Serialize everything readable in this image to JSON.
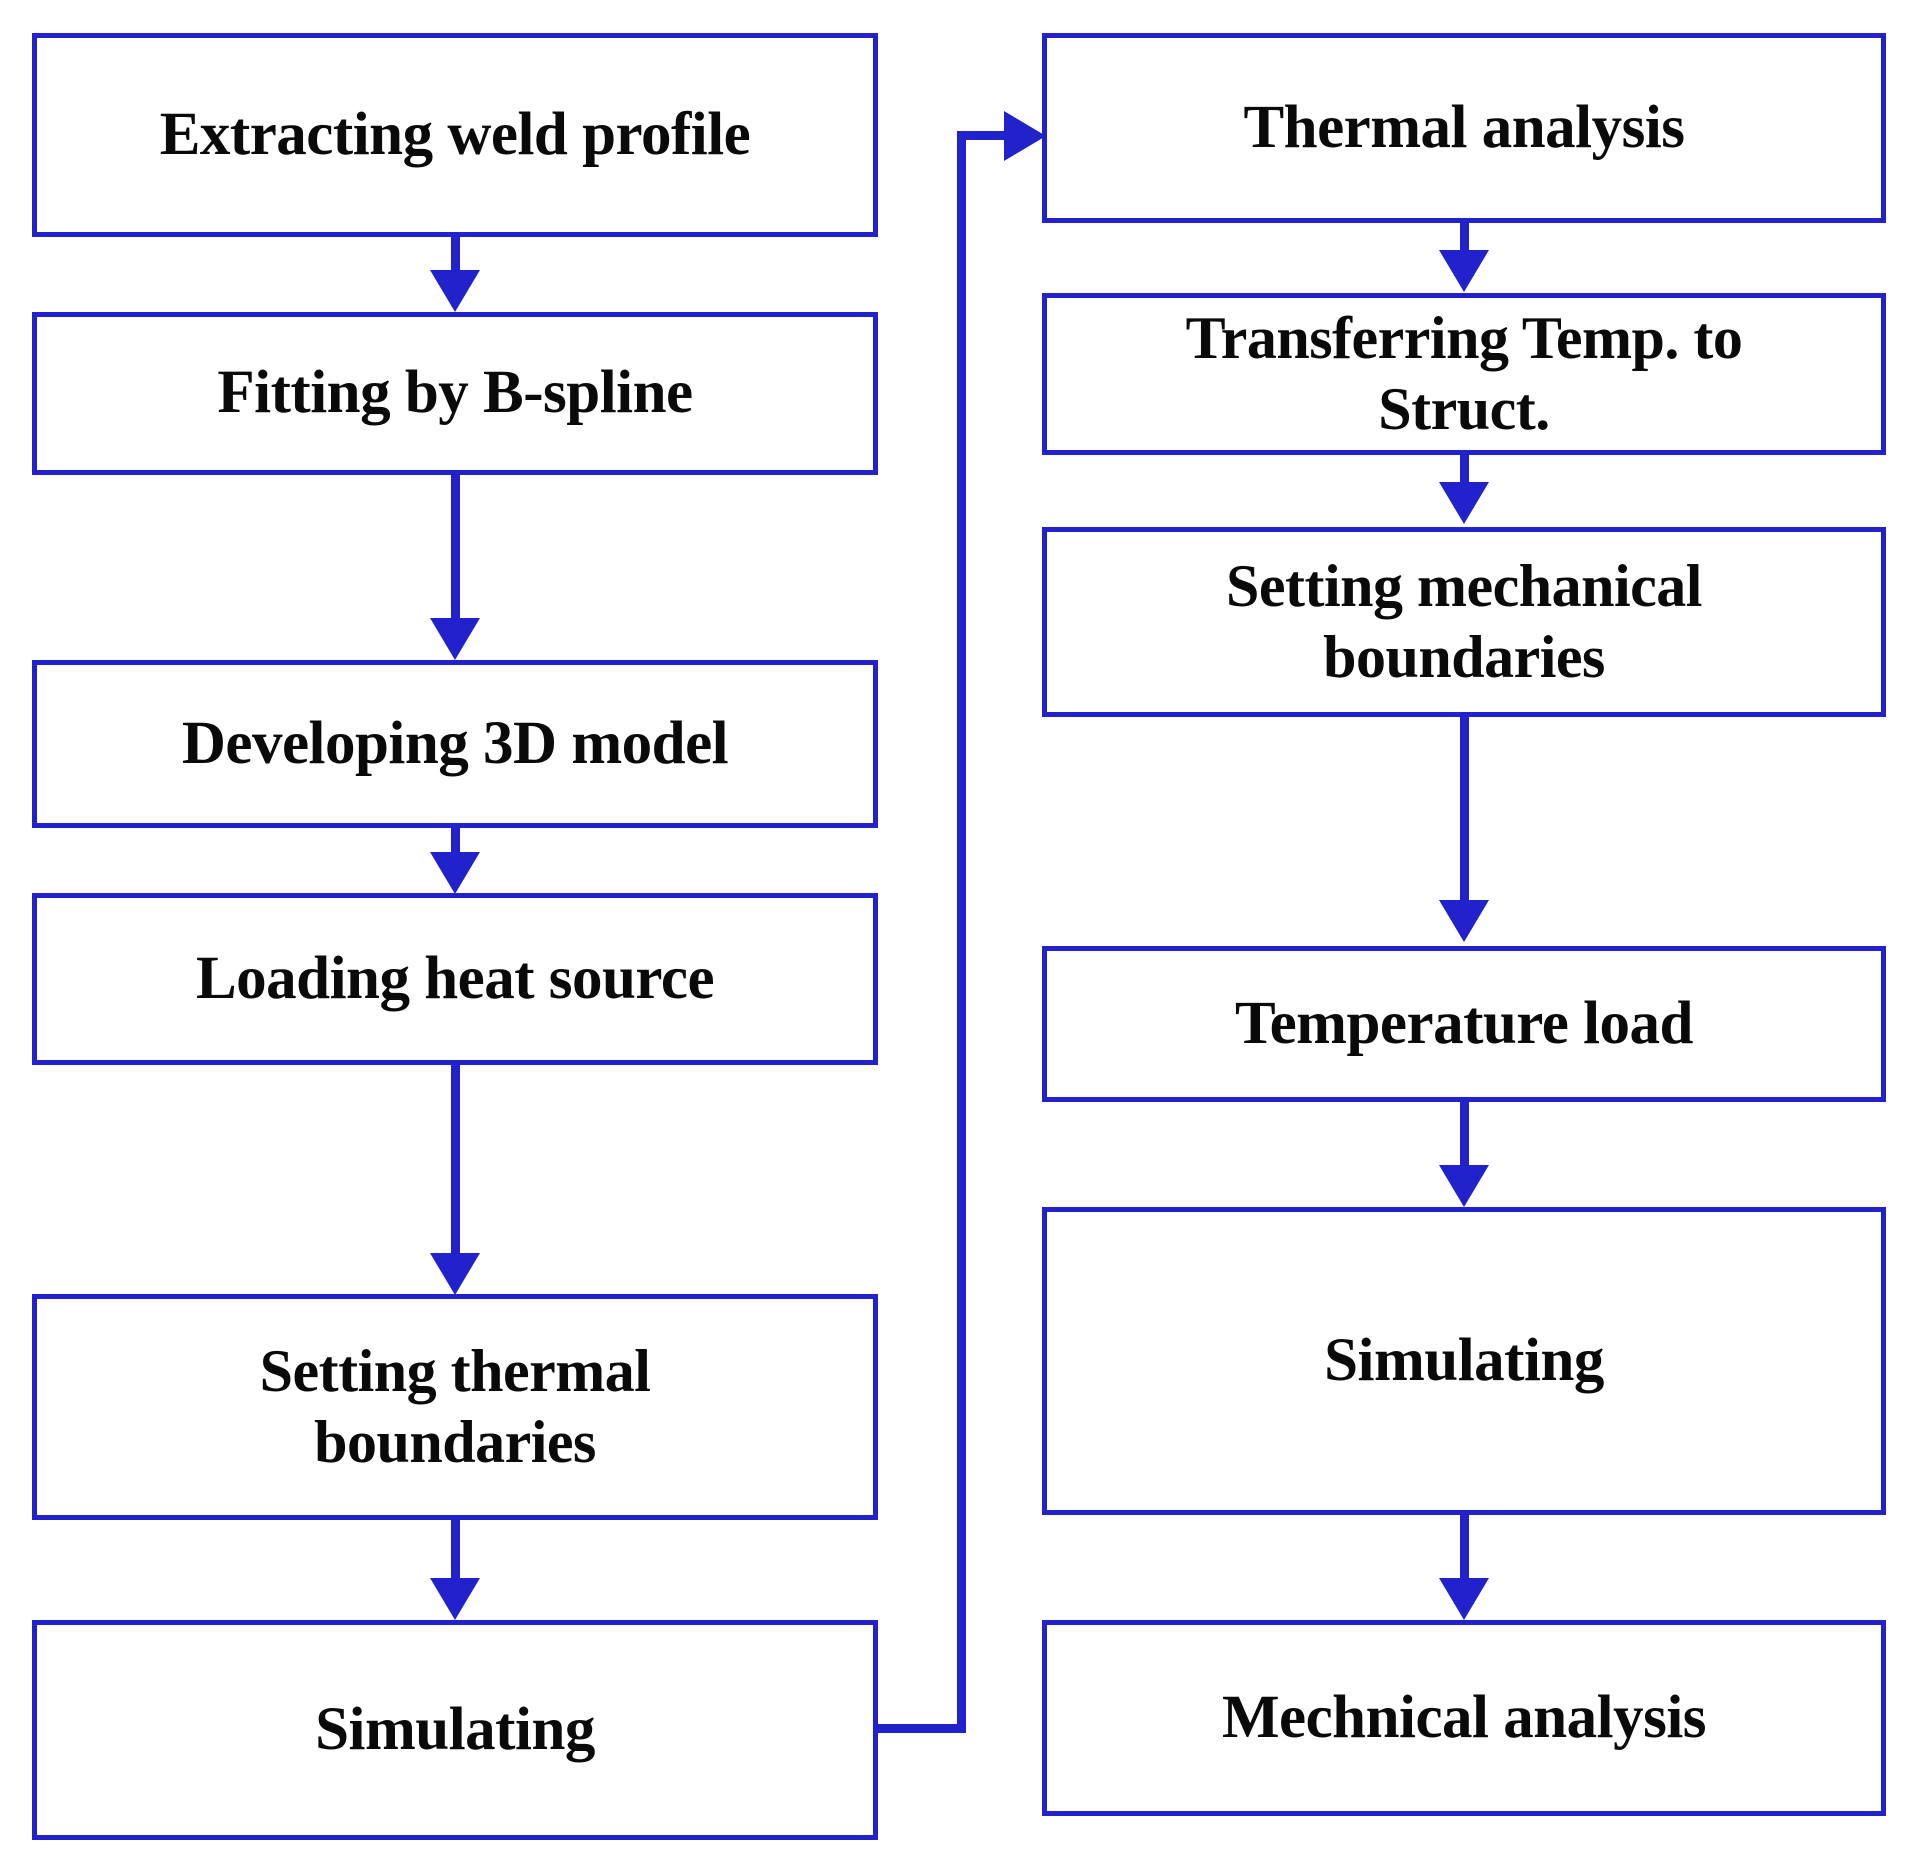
{
  "diagram": {
    "title": "Welding simulation workflow flowchart",
    "colors": {
      "box_border": "#2222cc",
      "connector": "#2222cc",
      "text": "#0a0a0a",
      "background": "#ffffff"
    },
    "columns": [
      {
        "name": "thermal-analysis-column",
        "nodes": [
          {
            "id": "extracting-weld-profile",
            "label": "Extracting weld profile"
          },
          {
            "id": "fitting-by-b-spline",
            "label": "Fitting by B-spline"
          },
          {
            "id": "developing-3d-model",
            "label": "Developing 3D model"
          },
          {
            "id": "loading-heat-source",
            "label": "Loading heat source"
          },
          {
            "id": "setting-thermal-boundaries",
            "label": "Setting thermal\nboundaries"
          },
          {
            "id": "simulating-thermal",
            "label": "Simulating"
          }
        ]
      },
      {
        "name": "mechanical-analysis-column",
        "nodes": [
          {
            "id": "thermal-analysis",
            "label": "Thermal analysis"
          },
          {
            "id": "transferring-temp-to-struct",
            "label": "Transferring Temp. to\nStruct."
          },
          {
            "id": "setting-mechanical-boundaries",
            "label": "Setting mechanical\nboundaries"
          },
          {
            "id": "temperature-load",
            "label": "Temperature load"
          },
          {
            "id": "simulating-mechanical",
            "label": "Simulating"
          },
          {
            "id": "mechnical-analysis",
            "label": "Mechnical analysis"
          }
        ]
      }
    ],
    "connectors": [
      {
        "id": "c1",
        "from": "extracting-weld-profile",
        "to": "fitting-by-b-spline",
        "type": "vertical-arrow"
      },
      {
        "id": "c2",
        "from": "fitting-by-b-spline",
        "to": "developing-3d-model",
        "type": "vertical-arrow"
      },
      {
        "id": "c3",
        "from": "developing-3d-model",
        "to": "loading-heat-source",
        "type": "vertical-arrow"
      },
      {
        "id": "c4",
        "from": "loading-heat-source",
        "to": "setting-thermal-boundaries",
        "type": "vertical-arrow"
      },
      {
        "id": "c5",
        "from": "setting-thermal-boundaries",
        "to": "simulating-thermal",
        "type": "vertical-arrow"
      },
      {
        "id": "c6",
        "from": "simulating-thermal",
        "to": "thermal-analysis",
        "type": "elbow-arrow-right"
      },
      {
        "id": "c7",
        "from": "thermal-analysis",
        "to": "transferring-temp-to-struct",
        "type": "vertical-arrow"
      },
      {
        "id": "c8",
        "from": "transferring-temp-to-struct",
        "to": "setting-mechanical-boundaries",
        "type": "vertical-arrow"
      },
      {
        "id": "c9",
        "from": "setting-mechanical-boundaries",
        "to": "temperature-load",
        "type": "vertical-arrow"
      },
      {
        "id": "c10",
        "from": "temperature-load",
        "to": "simulating-mechanical",
        "type": "vertical-arrow"
      },
      {
        "id": "c11",
        "from": "simulating-mechanical",
        "to": "mechnical-analysis",
        "type": "vertical-arrow"
      }
    ]
  }
}
